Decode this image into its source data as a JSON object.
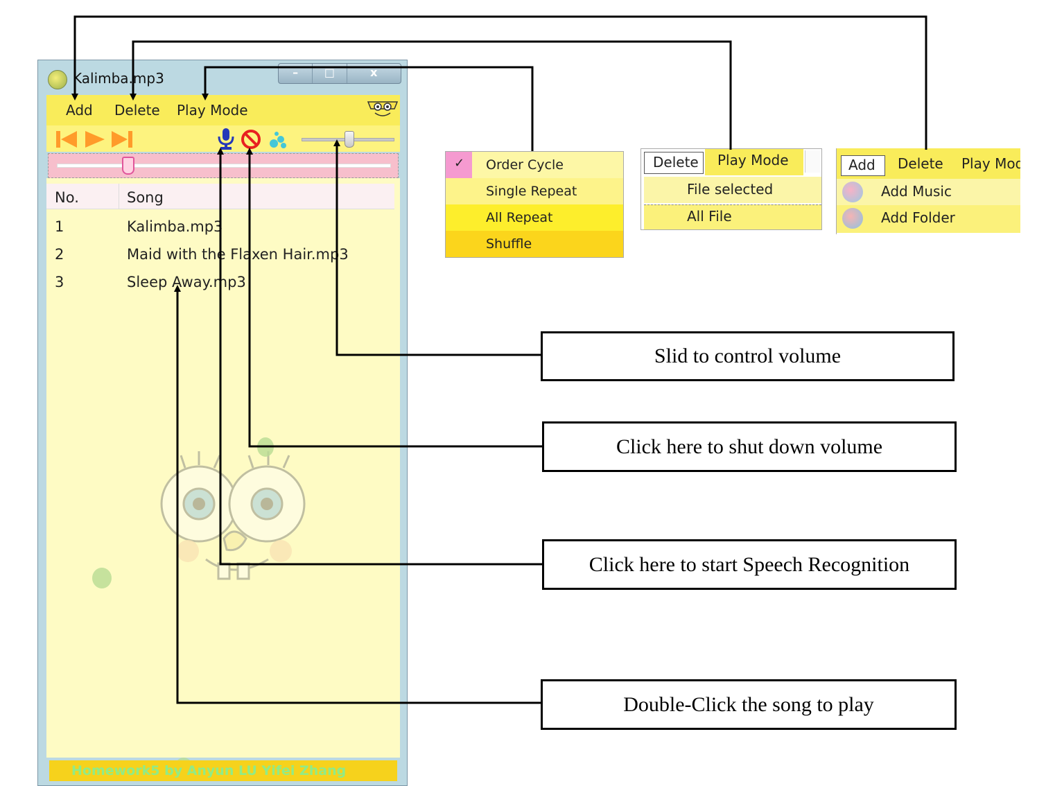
{
  "window": {
    "title": "Kalimba.mp3",
    "caption_minimize": "–",
    "caption_maximize": "□",
    "caption_close": "x"
  },
  "menubar": {
    "add": "Add",
    "delete": "Delete",
    "play_mode": "Play Mode"
  },
  "playlist": {
    "header_no": "No.",
    "header_song": "Song",
    "rows": [
      {
        "no": "1",
        "song": "Kalimba.mp3"
      },
      {
        "no": "2",
        "song": "Maid with the Flaxen Hair.mp3"
      },
      {
        "no": "3",
        "song": "Sleep Away.mp3"
      }
    ]
  },
  "footer": {
    "credit": "Homework5 by Anyun LU Yifei Zhang"
  },
  "play_mode_menu": {
    "check": "✓",
    "items": [
      "Order Cycle",
      "Single Repeat",
      "All Repeat",
      "Shuffle"
    ],
    "item_colors": [
      "#fdf7a6",
      "#fdf38a",
      "#fdee2c",
      "#fbd51c"
    ],
    "checked_item": "Order Cycle"
  },
  "delete_menu": {
    "tab_delete": "Delete",
    "tab_play_mode": "Play Mode",
    "file_selected": "File selected",
    "all_file": "All File"
  },
  "add_menu": {
    "tab_add": "Add",
    "tab_delete": "Delete",
    "tab_play_mode": "Play Mod",
    "add_music": "Add Music",
    "add_folder": "Add Folder"
  },
  "callouts": {
    "volume": "Slid to control volume",
    "mute": "Click here to shut down volume",
    "speech": "Click here to start Speech Recognition",
    "play": "Double-Click the song to play"
  },
  "controls": {
    "volume_level": 0.52,
    "progress_level": 0.2
  },
  "icons": [
    "prev-icon",
    "play-icon",
    "next-icon",
    "microphone-icon",
    "mute-icon",
    "drops-icon",
    "logo-icon"
  ]
}
